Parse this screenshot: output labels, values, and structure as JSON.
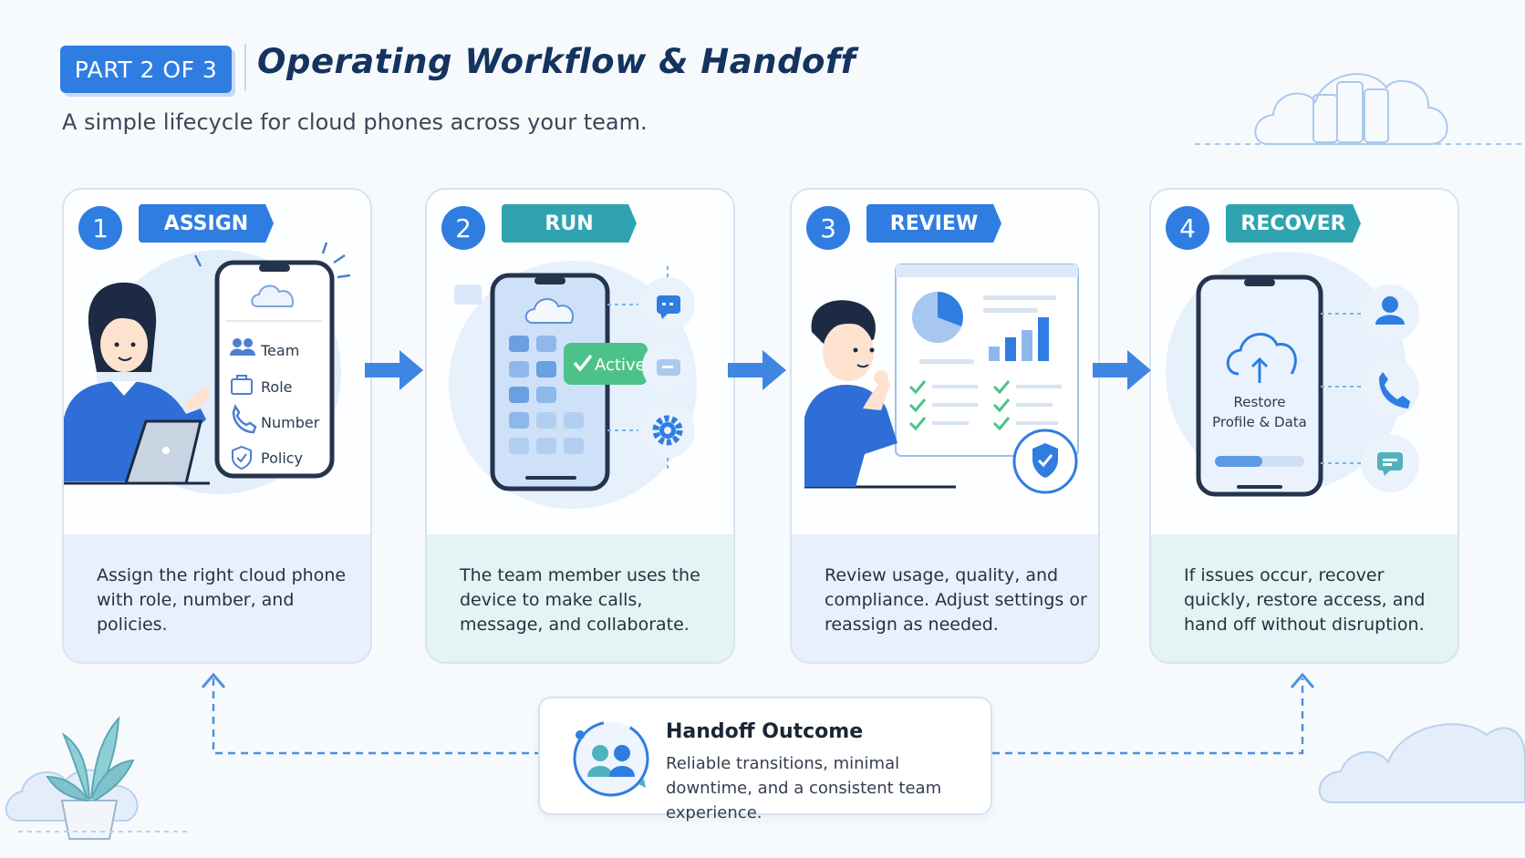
{
  "header": {
    "badge": "PART 2 OF 3",
    "title": "Operating Workflow & Handoff",
    "subtitle": "A simple lifecycle for cloud phones across your team."
  },
  "steps": [
    {
      "number": "1",
      "label": "ASSIGN",
      "phone_items": [
        "Team",
        "Role",
        "Number",
        "Policy"
      ],
      "description": "Assign the right cloud phone with role, number, and policies."
    },
    {
      "number": "2",
      "label": "RUN",
      "status_chip": "Active",
      "description": "The team member uses the device to make calls, message, and collaborate."
    },
    {
      "number": "3",
      "label": "REVIEW",
      "description": "Review usage, quality, and compliance. Adjust settings or reassign as needed."
    },
    {
      "number": "4",
      "label": "RECOVER",
      "phone_caption_line1": "Restore",
      "phone_caption_line2": "Profile & Data",
      "description": "If issues occur, recover quickly, restore access, and hand off without disruption."
    }
  ],
  "handoff": {
    "title": "Handoff Outcome",
    "text": "Reliable transitions, minimal downtime, and a consistent team experience."
  },
  "colors": {
    "primary_blue": "#2f7de1",
    "teal": "#2fa4b0",
    "navy_title": "#14345f",
    "active_green": "#4cc28a"
  },
  "icons": [
    "cloud-icon",
    "team-icon",
    "role-icon",
    "phone-icon",
    "shield-icon",
    "chat-icon",
    "gear-icon",
    "user-icon",
    "check-icon",
    "pie-chart-icon",
    "bar-chart-icon",
    "plant-icon"
  ]
}
